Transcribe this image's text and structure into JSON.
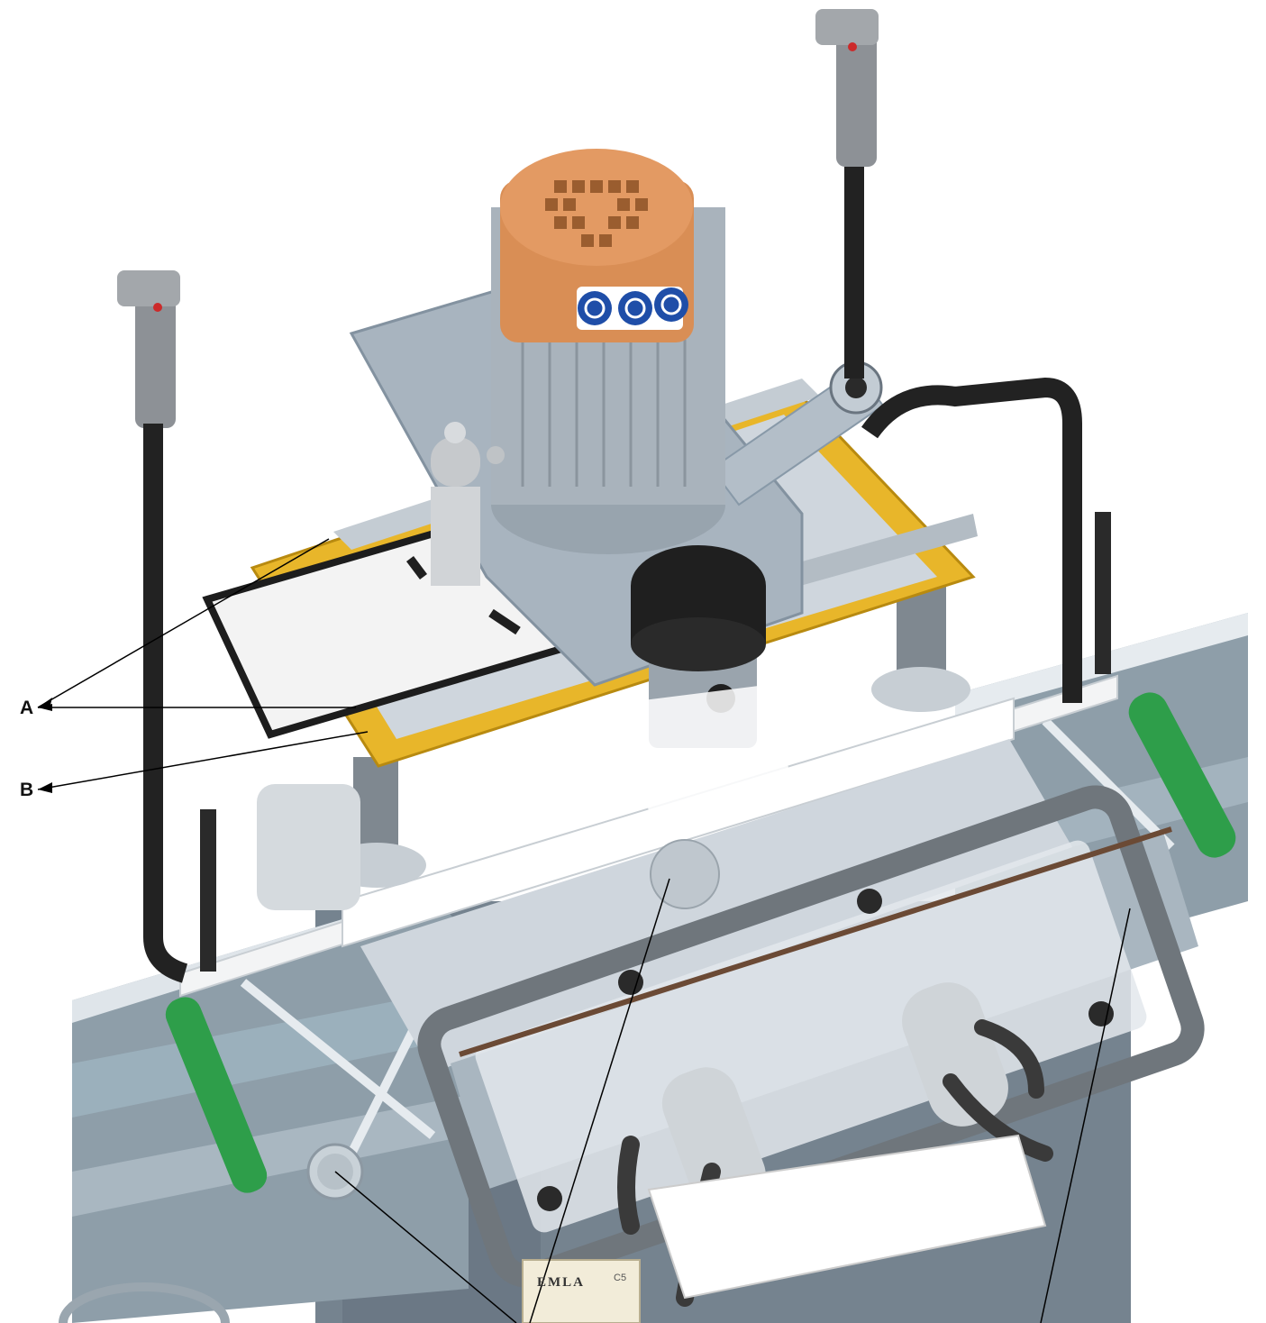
{
  "callouts": {
    "a": {
      "label": "A"
    },
    "b": {
      "label": "B"
    }
  },
  "nameplate": {
    "brand": "EMLA",
    "model": "C5"
  },
  "colors": {
    "motor_cap": "#d98e55",
    "yellow_frame": "#e8b62a",
    "steel": "#b8c2cc",
    "dark": "#2a2a2a",
    "green_roller": "#2e9e4a",
    "base": "#7d8a96",
    "rail": "#9fb0bd"
  },
  "icons": [
    "safety-goggles-icon",
    "ear-protection-icon",
    "gloves-icon"
  ]
}
